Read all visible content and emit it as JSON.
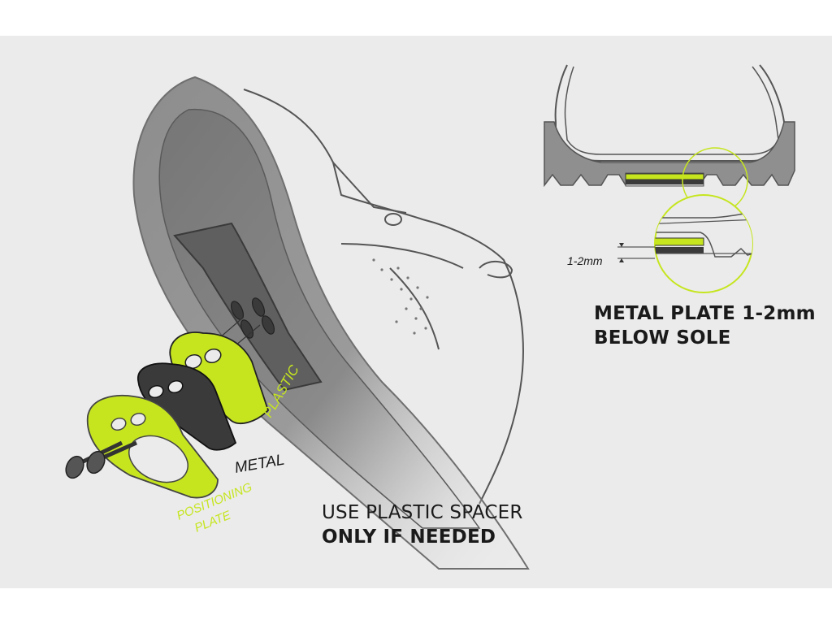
{
  "labels": {
    "plastic": "PLASTIC",
    "metal": "METAL",
    "positioning_line1": "POSITIONING",
    "positioning_line2": "PLATE",
    "gap": "1-2mm"
  },
  "captions": {
    "spacer_line1": "USE PLASTIC SPACER",
    "spacer_line2": "ONLY IF NEEDED",
    "plate_line1": "METAL PLATE 1-2mm",
    "plate_line2": "BELOW SOLE"
  },
  "colors": {
    "accent": "#c6e51f",
    "metal": "#3a3a3a",
    "sole": "#8f8f8f",
    "outline": "#333333",
    "background": "#ebebeb"
  }
}
